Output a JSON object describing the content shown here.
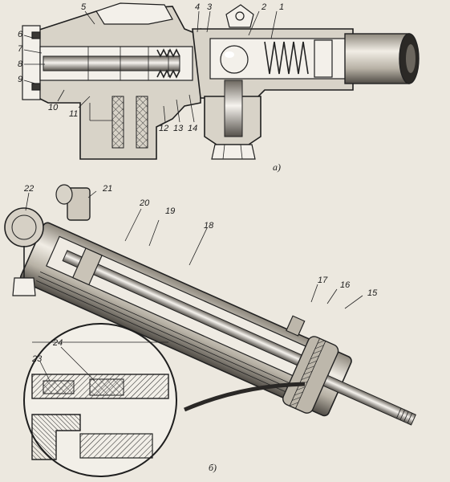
{
  "figure_a": {
    "caption": "а)",
    "callouts": [
      "1",
      "2",
      "3",
      "4",
      "5",
      "6",
      "7",
      "8",
      "9",
      "10",
      "11",
      "12",
      "13",
      "14"
    ]
  },
  "figure_b": {
    "caption": "б)",
    "callouts": [
      "15",
      "16",
      "17",
      "18",
      "19",
      "20",
      "21",
      "22",
      "23",
      "24"
    ]
  }
}
